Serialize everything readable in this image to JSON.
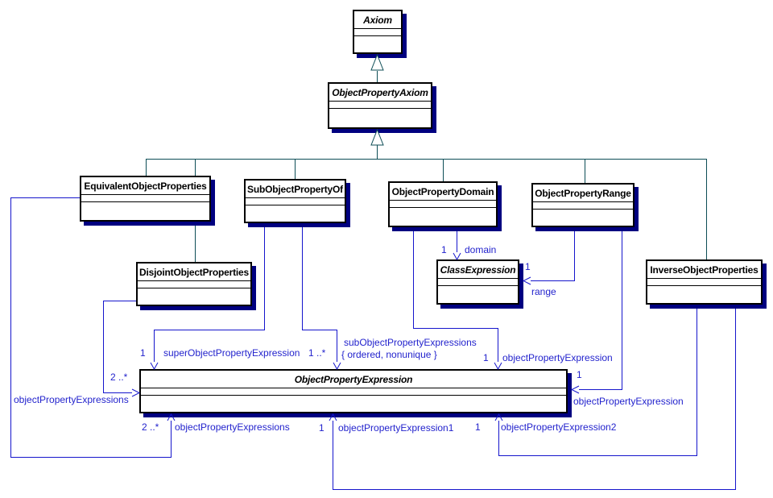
{
  "classes": {
    "axiom": "Axiom",
    "objectPropertyAxiom": "ObjectPropertyAxiom",
    "equivalentObjectProperties": "EquivalentObjectProperties",
    "subObjectPropertyOf": "SubObjectPropertyOf",
    "objectPropertyDomain": "ObjectPropertyDomain",
    "objectPropertyRange": "ObjectPropertyRange",
    "inverseObjectProperties": "InverseObjectProperties",
    "disjointObjectProperties": "DisjointObjectProperties",
    "classExpression": "ClassExpression",
    "objectPropertyExpression": "ObjectPropertyExpression"
  },
  "associations": {
    "superObjectPropertyExpression": {
      "mult": "1",
      "name": "superObjectPropertyExpression"
    },
    "subObjectPropertyExpressions": {
      "mult": "1 ..*",
      "name": "subObjectPropertyExpressions",
      "constraint": "{ ordered, nonunique }"
    },
    "domain": {
      "mult": "1",
      "name": "domain"
    },
    "domainObjectPropertyExpression": {
      "mult": "1",
      "name": "objectPropertyExpression"
    },
    "range": {
      "mult": "1",
      "name": "range"
    },
    "rangeObjectPropertyExpression": {
      "mult": "1",
      "name": "objectPropertyExpression"
    },
    "equivalentObjectPropertyExpressions": {
      "mult": "2 ..*",
      "name": "objectPropertyExpressions"
    },
    "disjointObjectPropertyExpressions": {
      "mult": "2 ..*",
      "name": "objectPropertyExpressions"
    },
    "objectPropertyExpression1": {
      "mult": "1",
      "name": "objectPropertyExpression1"
    },
    "objectPropertyExpression2": {
      "mult": "1",
      "name": "objectPropertyExpression2"
    }
  },
  "colors": {
    "association": "#1515cc",
    "generalization": "#0d4d56",
    "shadow": "#000080",
    "label": "#2323cd"
  }
}
